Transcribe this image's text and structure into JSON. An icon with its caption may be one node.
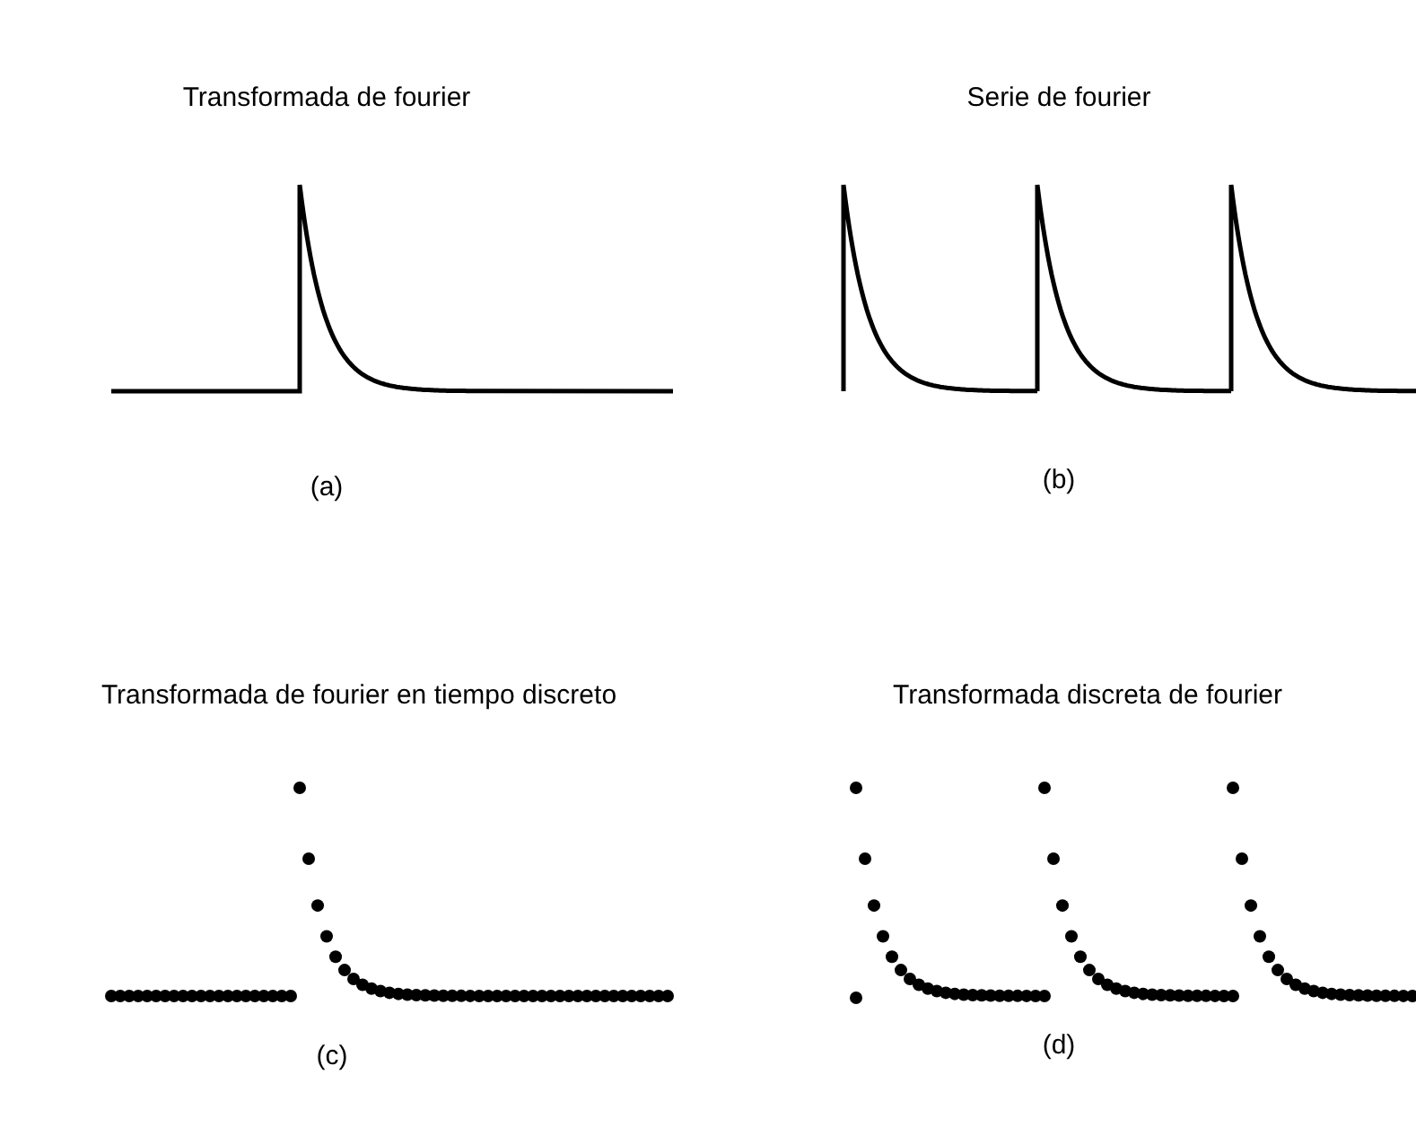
{
  "diagram": {
    "labels": [
      "Transformada de fourier",
      "Serie de fourier",
      "(a)",
      "(b)",
      "Transformada de fourier en tiempo discreto",
      "Transformada discreta de fourier",
      "(c)",
      "(d)"
    ]
  }
}
